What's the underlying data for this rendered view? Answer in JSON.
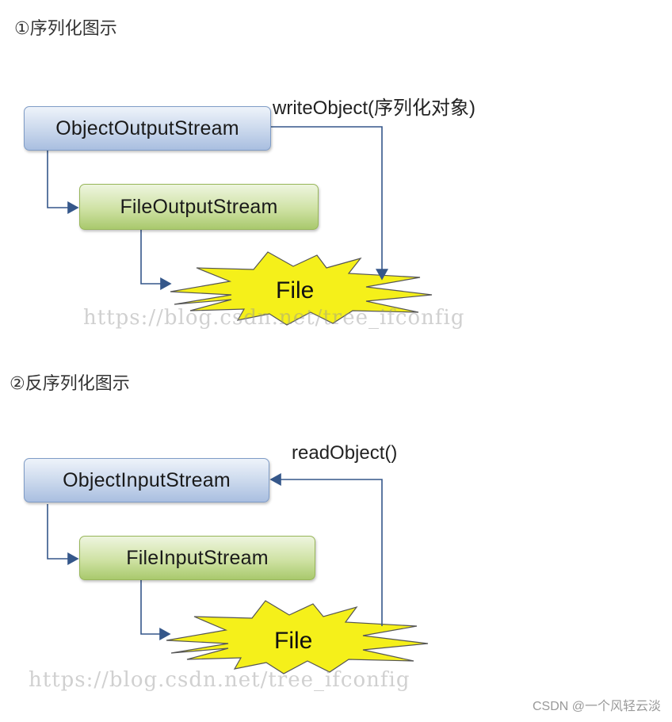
{
  "sections": [
    {
      "heading": "①序列化图示",
      "top_box": "ObjectOutputStream",
      "middle_box": "FileOutputStream",
      "target": "File",
      "method": "writeObject(序列化对象)",
      "watermark": "https://blog.csdn.net/tree_ifconfig"
    },
    {
      "heading": "②反序列化图示",
      "top_box": "ObjectInputStream",
      "middle_box": "FileInputStream",
      "target": "File",
      "method": "readObject()",
      "watermark": "https://blog.csdn.net/tree_ifconfig"
    }
  ],
  "footer": {
    "brand": "CSDN @一个风轻云淡"
  },
  "colors": {
    "blue_box": "#c9d7ec",
    "green_box": "#cfe2a4",
    "burst_fill": "#f5f01a",
    "connector": "#35578a"
  }
}
